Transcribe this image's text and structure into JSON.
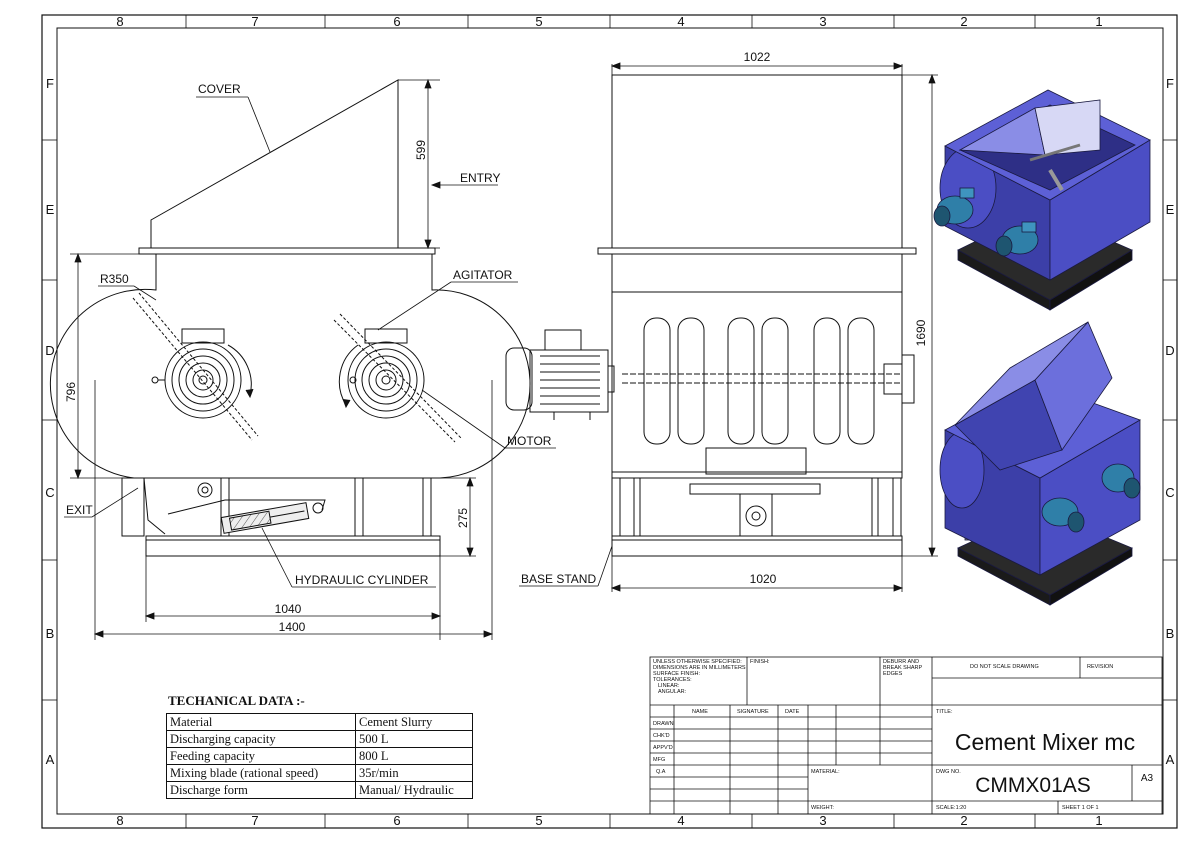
{
  "zones": {
    "columns": [
      "8",
      "7",
      "6",
      "5",
      "4",
      "3",
      "2",
      "1"
    ],
    "rows": [
      "F",
      "E",
      "D",
      "C",
      "B",
      "A"
    ]
  },
  "callouts": {
    "cover": "COVER",
    "entry": "ENTRY",
    "agitator": "AGITATOR",
    "r350": "R350",
    "motor": "MOTOR",
    "exit": "EXIT",
    "hydraulic": "HYDRAULIC CYLINDER",
    "base_stand": "BASE STAND"
  },
  "dimensions": {
    "d599": "599",
    "d796": "796",
    "d275": "275",
    "d1040": "1040",
    "d1400": "1400",
    "d1022": "1022",
    "d1020": "1020",
    "d1690": "1690"
  },
  "tech_data": {
    "title": "TECHANICAL DATA :-",
    "rows": [
      {
        "key": "Material",
        "value": "Cement Slurry"
      },
      {
        "key": "Discharging capacity",
        "value": "500 L"
      },
      {
        "key": "Feeding capacity",
        "value": "800 L"
      },
      {
        "key": "Mixing blade (rational speed)",
        "value": "35r/min"
      },
      {
        "key": "Discharge form",
        "value": "Manual/ Hydraulic"
      }
    ]
  },
  "title_block": {
    "notes": [
      "UNLESS OTHERWISE SPECIFIED:",
      "DIMENSIONS ARE IN MILLIMETERS",
      "SURFACE FINISH:",
      "TOLERANCES:",
      "LINEAR:",
      "ANGULAR:"
    ],
    "finish": "FINISH:",
    "deburr": [
      "DEBURR AND",
      "BREAK SHARP",
      "EDGES"
    ],
    "do_not_scale": "DO NOT SCALE DRAWING",
    "revision": "REVISION",
    "col_name": "NAME",
    "col_signature": "SIGNATURE",
    "col_date": "DATE",
    "roles": [
      "DRAWN",
      "CHK'D",
      "APPV'D",
      "MFG",
      "Q.A"
    ],
    "material_label": "MATERIAL:",
    "weight_label": "WEIGHT:",
    "title_label": "TITLE:",
    "title": "Cement Mixer mc",
    "dwg_label": "DWG NO.",
    "dwg_no": "CMMX01AS",
    "size": "A3",
    "scale": "SCALE:1:20",
    "sheet": "SHEET 1 OF 1"
  },
  "colors": {
    "line": "#111111",
    "iso_body": "#4b4ec4",
    "iso_shade": "#2e2f86",
    "iso_light": "#8a8de6",
    "motor_blue": "#2f7fa8",
    "base_dark": "#1a1a1a"
  }
}
